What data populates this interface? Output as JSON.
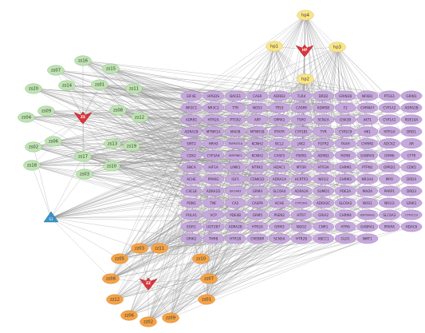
{
  "colors": {
    "green": "#bfe3b3",
    "green_stroke": "#8fc381",
    "yellow": "#f9e58a",
    "yellow_stroke": "#dcc35e",
    "orange": "#f4a347",
    "orange_stroke": "#d9872b",
    "purple": "#c6a9dc",
    "purple_stroke": "#a988c4",
    "herb_red": "#d9363b",
    "hub_blue": "#3a92c7",
    "edge": "#8f8f8f"
  },
  "hubs": {
    "zs": "ZS",
    "hp": "HP",
    "zz": "ZZ",
    "shared": "S1"
  },
  "green_nodes": [
    "zs16",
    "zs07",
    "zs15",
    "zs14",
    "zs01",
    "zs20",
    "zs11",
    "zs08",
    "zs09",
    "zs12",
    "zs04",
    "zs06",
    "zs13",
    "zs19",
    "zs02",
    "zs17",
    "zs18",
    "zs03",
    "zs10"
  ],
  "yellow_nodes": [
    "hp4",
    "hp1",
    "hp3",
    "hp2"
  ],
  "orange_nodes": [
    "zz03",
    "zz11",
    "zz05",
    "zz10",
    "zz08",
    "zz07",
    "zz12",
    "zz01",
    "zz06",
    "zz02",
    "zz09"
  ],
  "targets": [
    [
      "EIF4E",
      "HPGDS",
      "BACE1",
      "CASR",
      "ADRB3",
      "TLR4",
      "DRD2",
      "GRIN2B",
      "NFKB1",
      "PTGS1",
      "GRIN1"
    ],
    [
      "NR3C1",
      "NR3C2",
      "TTR",
      "NOS3",
      "TP53",
      "CASP8",
      "KDM5B",
      "F2",
      "CHRNA7",
      "CYP1A2",
      "ADRA2B"
    ],
    [
      "ADRB1",
      "HTR2A",
      "PTGS2",
      "APP",
      "OPRK1",
      "TSPO",
      "SCN2A",
      "GSK3B",
      "AKT1",
      "CYP1A1",
      "PDE10A"
    ],
    [
      "ADRA1B",
      "MTNR1A",
      "MAOB",
      "MTNR1B",
      "PTAFR",
      "CYP1B1",
      "TYR",
      "CYP2C9",
      "HK1",
      "HTR1A",
      "DRD1"
    ],
    [
      "SIRT2",
      "HRH3",
      "TNFRSF1A",
      "KCNH2",
      "BCL2",
      "JAK2",
      "FGFR2",
      "FAAH",
      "CHRM2",
      "ADCK2",
      "AR"
    ],
    [
      "CDK2",
      "CYP3A4",
      "SERPINE1",
      "KCNH2",
      "CASP3",
      "PSEN1",
      "ADRB2",
      "RORB",
      "GABRA5",
      "GRM6",
      "CFTR"
    ],
    [
      "SNCA",
      "HIF1A",
      "LIMK1",
      "NTRK1",
      "HDAC1",
      "MTOR",
      "HTR3A",
      "CHRM1",
      "PTPN1",
      "OPRD1",
      "CDK5"
    ],
    [
      "ACHE",
      "PPARG",
      "IGF1",
      "CSNK1D",
      "ADRA1A",
      "HCRTR1",
      "NR1I2",
      "CHRM3",
      "NR1H4",
      "MPO",
      "DRD4"
    ],
    [
      "CXCL8",
      "ADRA1D",
      "EIF2AK3",
      "GRM4",
      "SLC6A4",
      "ADRA2A",
      "SUMO1",
      "PDE2A",
      "MAOA",
      "PARP1",
      "DRD3"
    ],
    [
      "PON1",
      "TNF",
      "CA2",
      "CASP9",
      "ACHE",
      "CYP19A1",
      "ADRA2C",
      "SLC6A2",
      "NOS1",
      "NR1I3",
      "GRIK1"
    ],
    [
      "POLA1",
      "VCP",
      "PDE4B",
      "GRM5",
      "PSEN2",
      "HTR7",
      "GRIA2",
      "CHRM4",
      "HSP90AA1",
      "SLC6A3",
      "CYP2C19"
    ],
    [
      "EGR1",
      "UGT2B7",
      "ADRA2B",
      "HTR2A",
      "GRM3",
      "NQO2",
      "CNR1",
      "HTR6",
      "GABRA1",
      "PPARA",
      "HDAC6"
    ],
    [
      "GRIK2",
      "THRB",
      "HTR1B",
      "CREBBP",
      "SCN5A",
      "HTR2B",
      "ABCC1",
      "GLO1",
      "NMT1"
    ]
  ]
}
